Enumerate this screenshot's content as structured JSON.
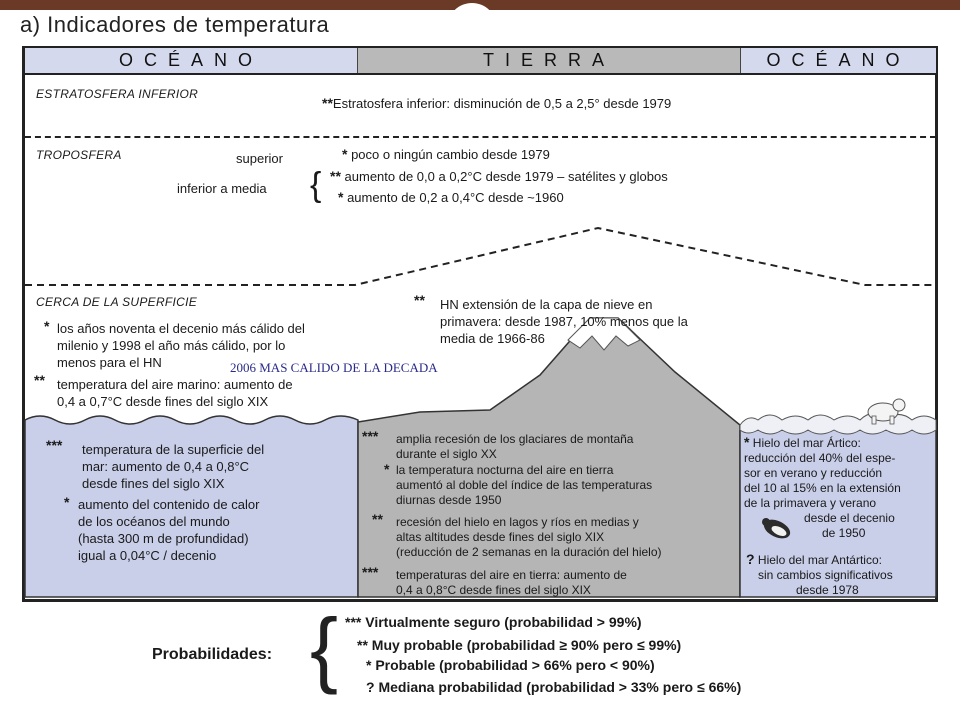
{
  "page_title": "a) Indicadores de temperatura",
  "headers": {
    "left": "OCÉANO",
    "middle": "TIERRA",
    "right": "OCÉANO"
  },
  "estratosfera": {
    "label": "ESTRATOSFERA INFERIOR",
    "stars": "**",
    "text": "Estratosfera inferior: disminución de 0,5 a 2,5° desde 1979"
  },
  "troposfera": {
    "label": "TROPOSFERA",
    "superior_label": "superior",
    "superior_stars": "*",
    "superior_text": "poco o ningún cambio desde 1979",
    "inferior_label": "inferior a media",
    "brace": "{",
    "line1_stars": "**",
    "line1_text": "aumento de 0,0 a 0,2°C desde 1979 – satélites y globos",
    "line2_stars": "*",
    "line2_text": "aumento de 0,2 a 0,4°C desde ~1960"
  },
  "superficie": {
    "label": "CERCA DE LA SUPERFICIE",
    "item1_stars": "*",
    "item1_lines": [
      "los años noventa el decenio más cálido del",
      "milenio y 1998 el año más cálido, por lo",
      "menos para el HN"
    ],
    "item2_stars": "**",
    "item2_lines": [
      "temperatura del aire marino: aumento de",
      "0,4 a 0,7°C desde fines del siglo XIX"
    ],
    "snow_stars": "**",
    "snow_lines": [
      "HN extensión de la capa de nieve en",
      "primavera: desde 1987, 10% menos que la",
      "media de 1966-86"
    ],
    "annotation": "2006 MAS CALIDO DE LA DECADA"
  },
  "ocean_left": {
    "item1_stars": "***",
    "item1_lines": [
      "temperatura de la superficie del",
      "mar: aumento de 0,4 a 0,8°C",
      "desde fines del siglo XIX"
    ],
    "item2_stars": "*",
    "item2_lines": [
      "aumento del contenido de calor",
      "de los océanos del mundo",
      "(hasta 300 m de profundidad)",
      "igual a 0,04°C / decenio"
    ]
  },
  "land": {
    "item1_stars": "***",
    "item1_lines": [
      "amplia recesión de los glaciares de montaña",
      "durante el siglo XX"
    ],
    "item2_stars": "*",
    "item2_lines": [
      "la temperatura nocturna del aire en tierra",
      "aumentó al doble del índice de las temperaturas",
      "diurnas desde 1950"
    ],
    "item3_stars": "**",
    "item3_lines": [
      "recesión del hielo en lagos y ríos en medias y",
      "altas altitudes desde fines del siglo XIX",
      "(reducción de 2 semanas en la duración del hielo)"
    ],
    "item4_stars": "***",
    "item4_lines": [
      "temperaturas del aire en tierra: aumento de",
      "0,4 a 0,8°C desde fines del siglo XIX"
    ]
  },
  "ocean_right": {
    "item1_stars": "*",
    "item1_lines": [
      "Hielo del mar Ártico:",
      "reducción del 40% del espe-",
      "sor en verano y reducción",
      "del 10 al 15% en la extensión",
      "de la primavera y verano",
      "desde el decenio",
      "de 1950"
    ],
    "item2_stars": "?",
    "item2_lines": [
      "Hielo del mar Antártico:",
      "sin cambios significativos",
      "desde 1978"
    ]
  },
  "probabilidades": {
    "label": "Probabilidades:",
    "brace": "{",
    "items": [
      {
        "stars": "***",
        "text": "Virtualmente seguro (probabilidad > 99%)"
      },
      {
        "stars": "**",
        "text": "Muy probable (probabilidad ≥ 90% pero ≤ 99%)"
      },
      {
        "stars": "*",
        "text": "Probable (probabilidad > 66% pero < 90%)"
      },
      {
        "stars": "?",
        "text": "Mediana probabilidad (probabilidad > 33% pero ≤ 66%)"
      }
    ]
  },
  "colors": {
    "ocean": "#c9cee9",
    "land": "#b5b5b5",
    "ice": "#eef0f6",
    "header_bar": "#6b3a26"
  },
  "icons": [
    "mountain-icon",
    "polar-bear-icon",
    "penguin-icon",
    "wave-icon"
  ]
}
